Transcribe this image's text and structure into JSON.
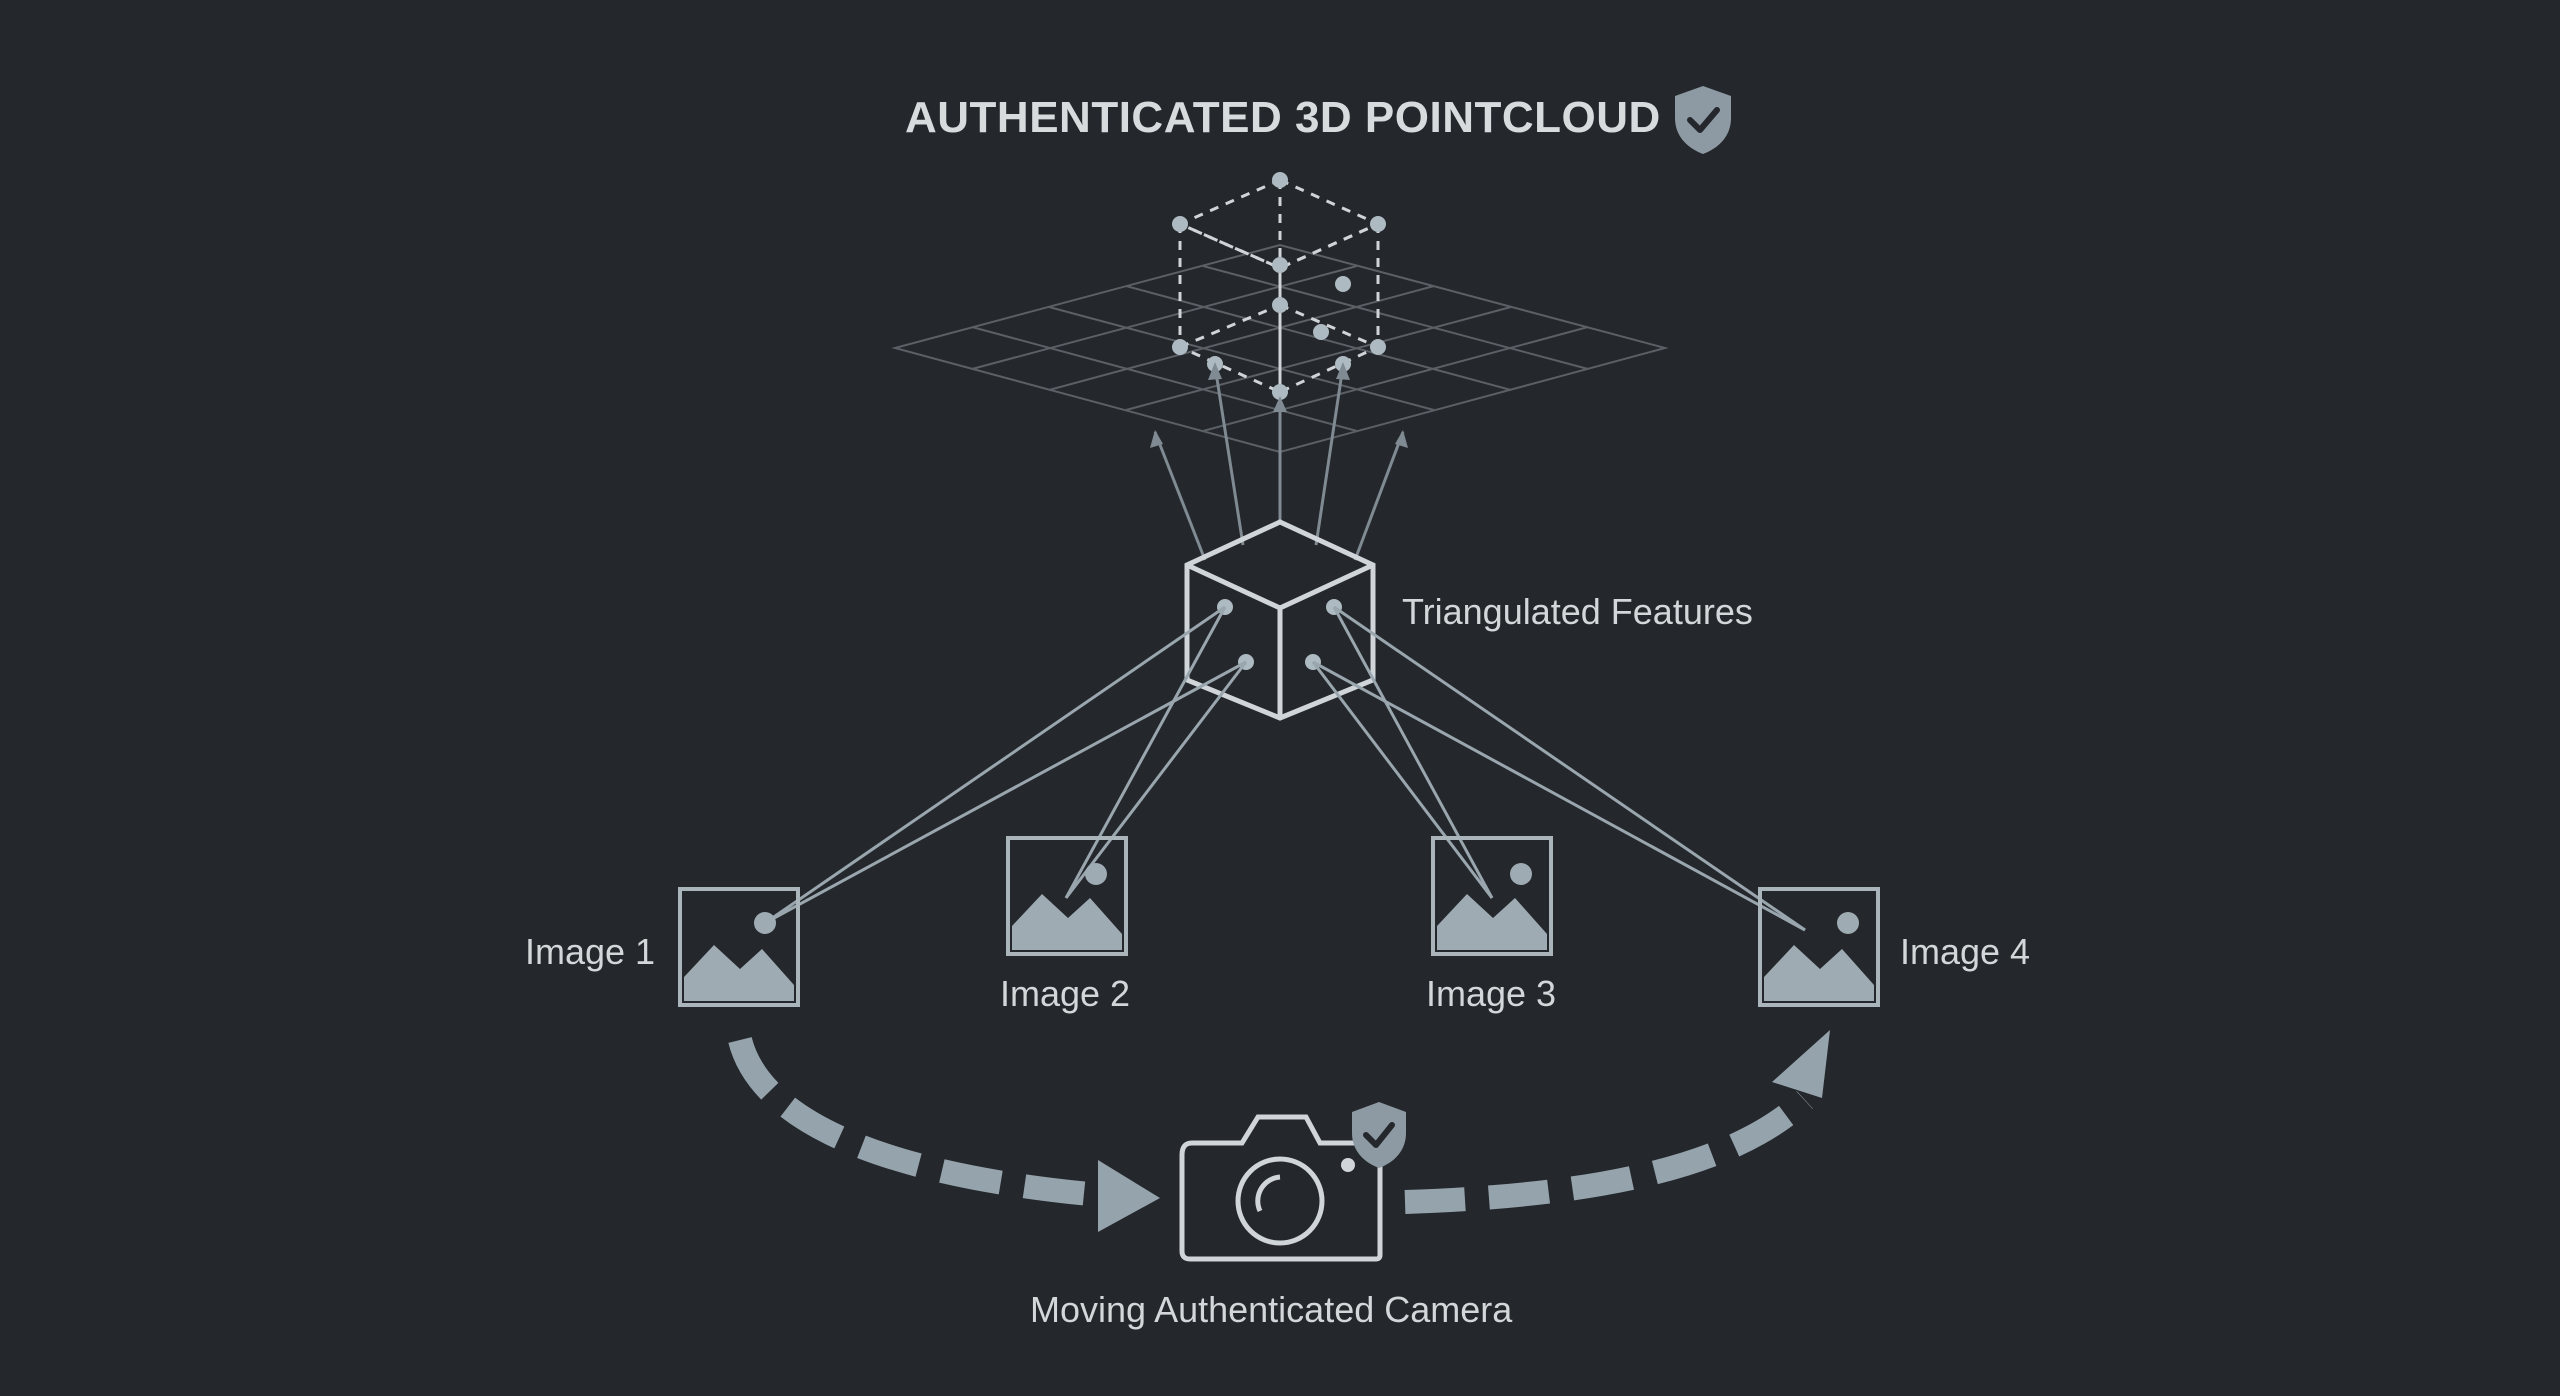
{
  "title": "AUTHENTICATED 3D POINTCLOUD",
  "labels": {
    "triangulated": "Triangulated Features",
    "camera": "Moving Authenticated Camera",
    "image1": "Image 1",
    "image2": "Image 2",
    "image3": "Image 3",
    "image4": "Image 4"
  },
  "icons": {
    "title_badge": "shield-check-icon",
    "camera_badge": "shield-check-icon",
    "camera": "camera-icon",
    "image": "image-icon",
    "feature_cube": "cube-icon"
  },
  "colors": {
    "background": "#24272b",
    "accent": "#95a3ac",
    "text": "#d3d7da"
  }
}
